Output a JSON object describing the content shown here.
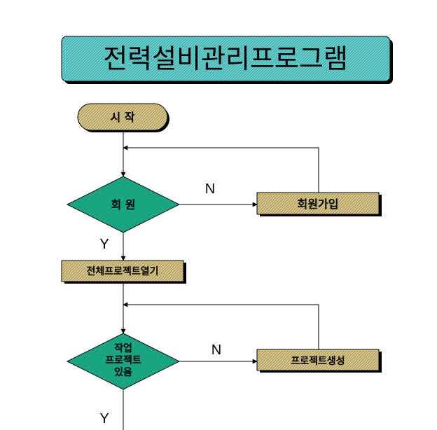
{
  "colors": {
    "title_fill": "#66cccc",
    "node_fill": "#cdbb80",
    "line": "#000000",
    "shadow": "#000000"
  },
  "title": "전력설비관리프로그램",
  "nodes": {
    "start": "시  작",
    "member_check": "회    원",
    "member_join": "회원가입",
    "open_all_projects": "전체프로젝트열기",
    "work_project_line1": "작업",
    "work_project_line2": "프로젝트",
    "work_project_line3": "있음",
    "create_project": "프로젝트생성"
  },
  "edges": {
    "member_no": "N",
    "member_yes": "Y",
    "project_no": "N",
    "project_yes": "Y"
  }
}
